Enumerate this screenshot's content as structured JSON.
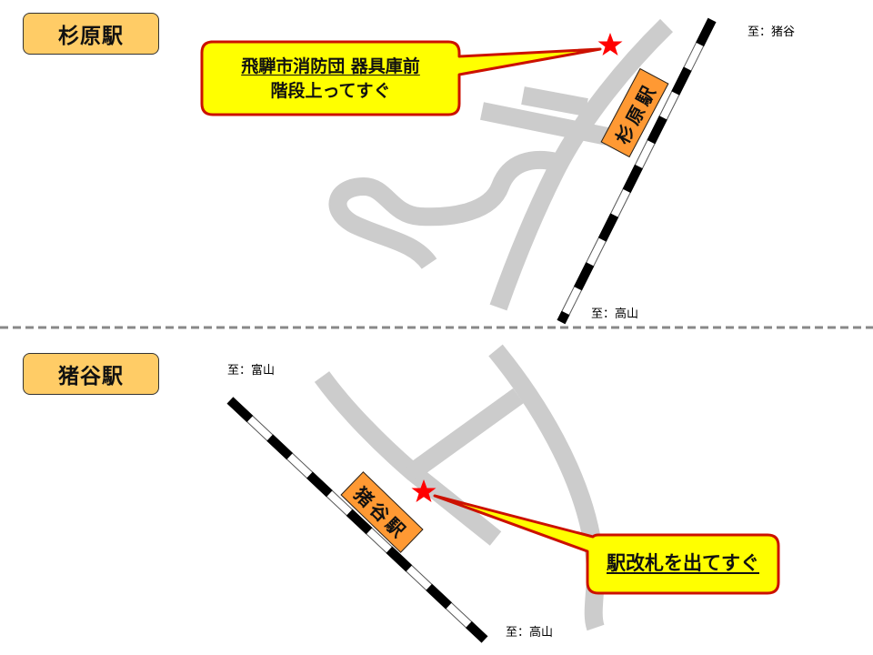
{
  "colors": {
    "road": "#cccccc",
    "rail_dark": "#000000",
    "rail_light": "#ffffff",
    "station_fill": "#ff9933",
    "label_fill": "#ffcc66",
    "callout_fill": "#ffff00",
    "callout_border": "#cc0000",
    "star": "#ff0000",
    "divider": "#888888"
  },
  "top_section": {
    "title": "杉原駅",
    "station_tag": "杉原駅",
    "callout": {
      "line1": "飛騨市消防団  器具庫前",
      "line2": "階段上ってすぐ"
    },
    "direction_north": "至：猪谷",
    "direction_south": "至：高山",
    "marker": "star-icon"
  },
  "bottom_section": {
    "title": "猪谷駅",
    "station_tag": "猪谷駅",
    "callout": {
      "line1": "駅改札を出てすぐ"
    },
    "direction_north": "至：富山",
    "direction_south": "至：高山",
    "marker": "star-icon"
  }
}
